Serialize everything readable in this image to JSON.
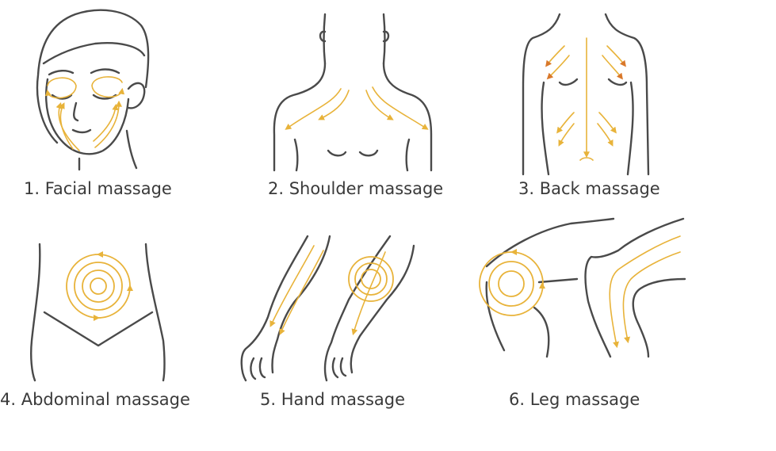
{
  "colors": {
    "line": "#4a4a4a",
    "arrow": "#e8b33a",
    "arrow_dark": "#d9782a",
    "background": "#ffffff"
  },
  "panels": [
    {
      "caption": "1. Facial massage",
      "icon": "face-icon"
    },
    {
      "caption": "2. Shoulder massage",
      "icon": "shoulders-icon"
    },
    {
      "caption": "3. Back massage",
      "icon": "back-icon"
    },
    {
      "caption": "4. Abdominal massage",
      "icon": "abdomen-icon"
    },
    {
      "caption": "5. Hand massage",
      "icon": "arm-icon"
    },
    {
      "caption": "6. Leg massage",
      "icon": "knee-icon"
    }
  ]
}
